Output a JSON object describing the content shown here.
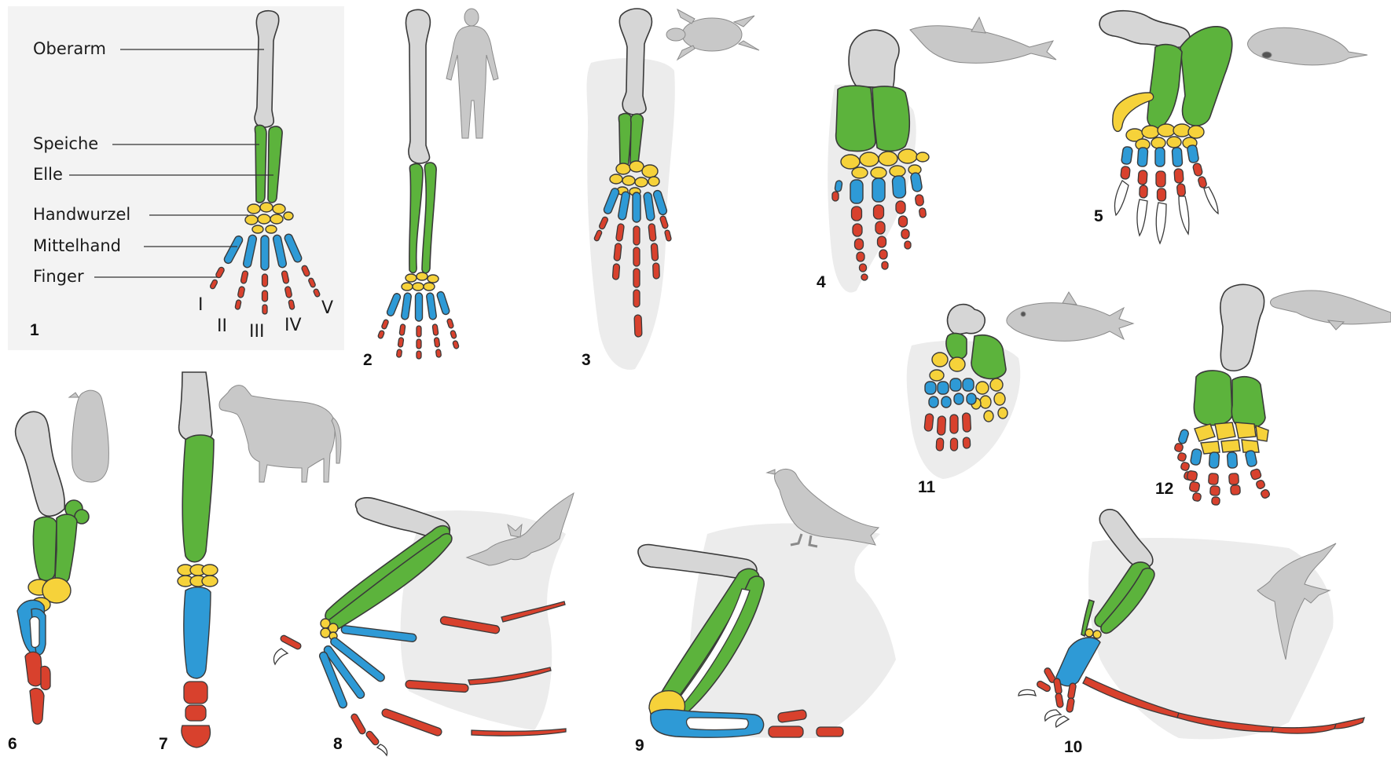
{
  "labels": {
    "upper_arm": "Oberarm",
    "radius": "Speiche",
    "ulna": "Elle",
    "carpus": "Handwurzel",
    "metacarpus": "Mittelhand",
    "finger": "Finger"
  },
  "fingers": [
    "I",
    "II",
    "III",
    "IV",
    "V"
  ],
  "panels": [
    "1",
    "2",
    "3",
    "4",
    "5",
    "6",
    "7",
    "8",
    "9",
    "10",
    "11",
    "12"
  ],
  "colors": {
    "humerus": "#d6d6d6",
    "radius_ulna": "#5cb33c",
    "carpus": "#f6d23a",
    "metacarpus": "#2e9ad6",
    "phalanges": "#d8412d",
    "outline": "#3a3a3a",
    "silhouette": "#c8c8c8",
    "background_shape": "#ececec"
  }
}
